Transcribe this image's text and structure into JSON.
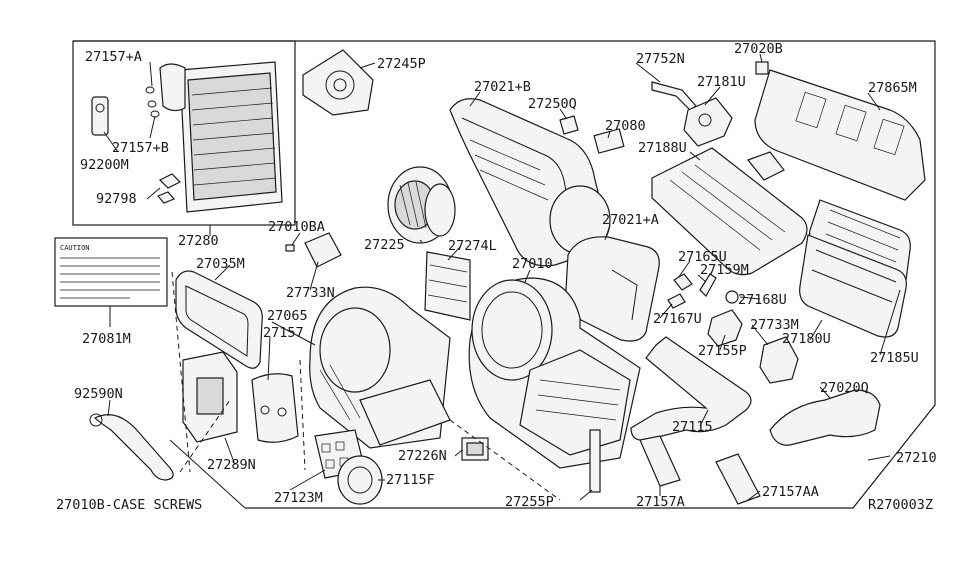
{
  "diagram": {
    "code": "R270003Z",
    "case_screws_note": "27010B-CASE SCREWS",
    "label_card_text": "CAUTION",
    "labels": {
      "p27157A_top": "27157+A",
      "p92200M": "92200M",
      "p27157B": "27157+B",
      "p92798": "92798",
      "p27280": "27280",
      "p27245P": "27245P",
      "p27021B": "27021+B",
      "p27250Q": "27250Q",
      "p27080": "27080",
      "p27752N": "27752N",
      "p27020B": "27020B",
      "p27181U": "27181U",
      "p27865M": "27865M",
      "p27188U": "27188U",
      "p27010BA": "27010BA",
      "p27225": "27225",
      "p27274L": "27274L",
      "p27021A": "27021+A",
      "p27035M": "27035M",
      "p27733N": "27733N",
      "p27081M": "27081M",
      "p27010": "27010",
      "p27165U": "27165U",
      "p27159M": "27159M",
      "p27168U": "27168U",
      "p27065": "27065",
      "p27157": "27157",
      "p27167U": "27167U",
      "p27733M": "27733M",
      "p27180U": "27180U",
      "p27185U": "27185U",
      "p27155P": "27155P",
      "p92590N": "92590N",
      "p27020Q": "27020Q",
      "p27115": "27115",
      "p27210": "27210",
      "p27289N": "27289N",
      "p27226N": "27226N",
      "p27115F": "27115F",
      "p27123M": "27123M",
      "p27255P": "27255P",
      "p27157A": "27157A",
      "p27157AA": "27157AA"
    }
  }
}
